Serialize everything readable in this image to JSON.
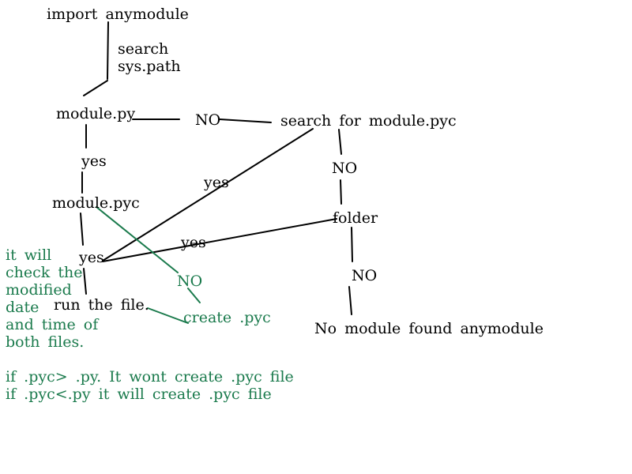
{
  "colors": {
    "ink": "#000000",
    "annotation": "#1a7a4c",
    "background": "#ffffff"
  },
  "nodes": {
    "import": "import anymodule",
    "search_path": "search\nsys.path",
    "module_py": "module.py",
    "no_1": "NO",
    "search_pyc": "search for module.pyc",
    "yes_1": "yes",
    "no_2": "NO",
    "yes_2": "yes",
    "module_pyc": "module.pyc",
    "folder": "folder",
    "yes_3": "yes",
    "yes_center": "yes",
    "no_green": "NO",
    "no_3": "NO",
    "run_file": "run the file.",
    "create_pyc": "create .pyc",
    "not_found": "No module found anymodule"
  },
  "notes": {
    "check_dates": "it will\ncheck the\nmodified\ndate\nand time of\nboth files.",
    "rule_1": "if .pyc> .py. It wont create .pyc file",
    "rule_2": "if .pyc<.py it will create .pyc file"
  }
}
